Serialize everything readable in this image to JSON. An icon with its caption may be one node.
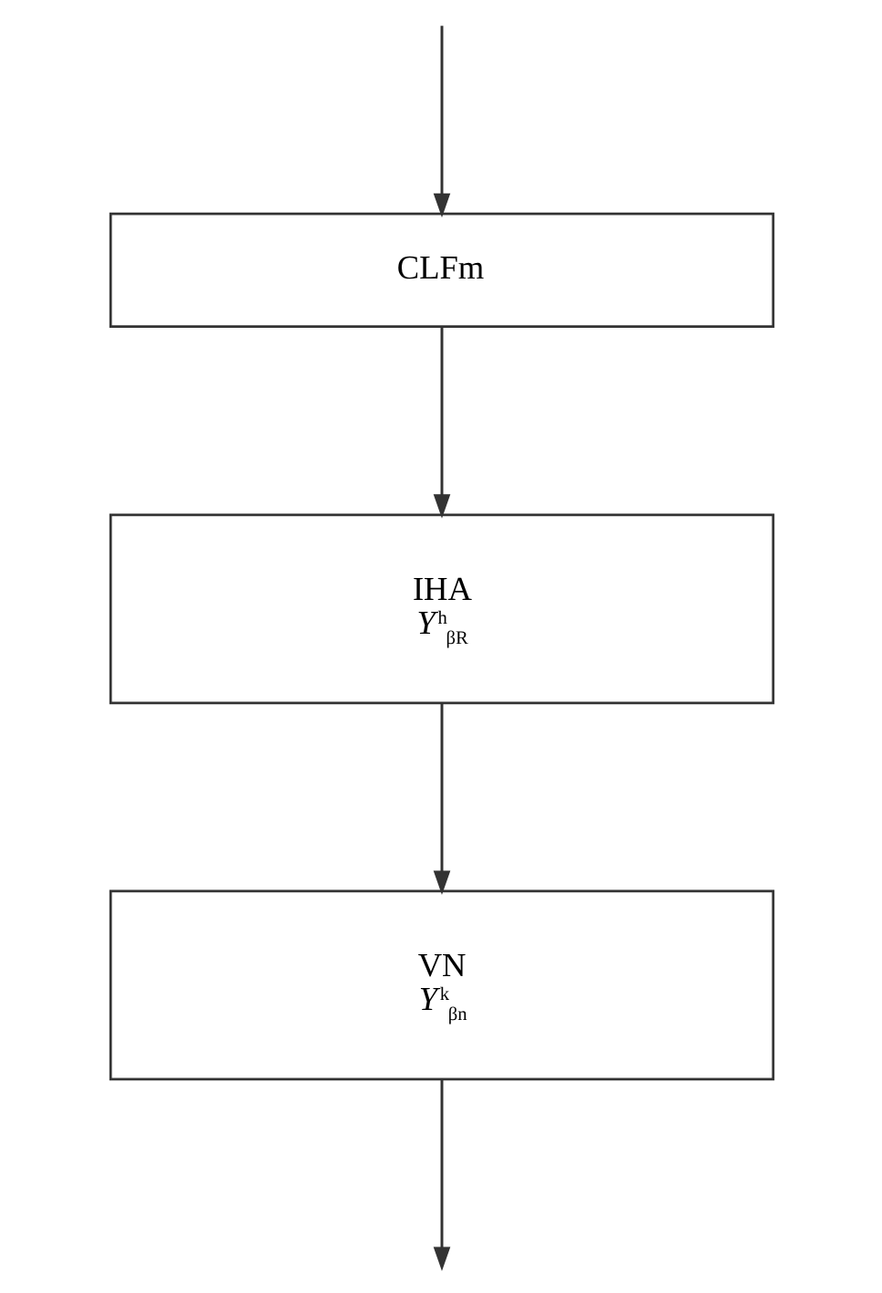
{
  "diagram": {
    "nodes": [
      {
        "text": [
          "CLFm"
        ]
      },
      {
        "text": [
          "IHA",
          "*Y*$^{h}$$_{βR}$"
        ]
      },
      {
        "text": [
          "VN",
          "*Y*$^{k}$$_{βn}$"
        ]
      }
    ],
    "edges": [
      {
        "from": null,
        "to": 0,
        "arrow": "to"
      },
      {
        "from": 0,
        "to": 1,
        "arrow": "to"
      },
      {
        "from": 1,
        "to": 2,
        "arrow": "to"
      },
      {
        "from": 2,
        "to": null,
        "arrow": "to"
      }
    ]
  }
}
